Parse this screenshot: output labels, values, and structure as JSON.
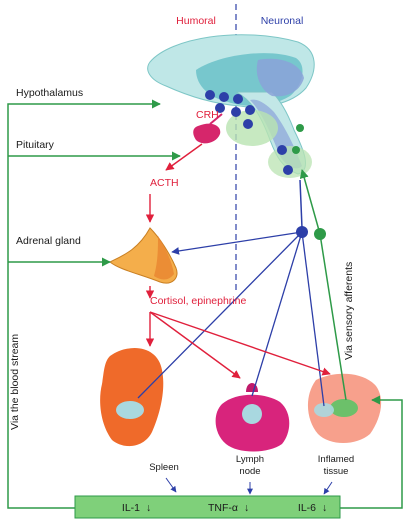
{
  "header": {
    "humoral": "Humoral",
    "neuronal": "Neuronal"
  },
  "left_labels": {
    "hypothalamus": "Hypothalamus",
    "pituitary": "Pituitary",
    "adrenal_gland": "Adrenal gland",
    "blood_stream": "Via the blood stream"
  },
  "hormones": {
    "crh": "CRH",
    "acth": "ACTH",
    "cortisol": "Cortisol, epinephrine"
  },
  "right_labels": {
    "sensory_afferents": "Via sensory afferents"
  },
  "organs": [
    {
      "line1": "Spleen",
      "line2": ""
    },
    {
      "line1": "Lymph",
      "line2": "node"
    },
    {
      "line1": "Inflamed",
      "line2": "tissue"
    }
  ],
  "cytokines": [
    {
      "name": "IL-1",
      "arrow": "↓"
    },
    {
      "name": "TNF-α",
      "arrow": "↓"
    },
    {
      "name": "IL-6",
      "arrow": "↓"
    }
  ],
  "colors": {
    "humoral_red": "#e0203c",
    "neuronal_blue": "#2d3fa8",
    "afferent_green": "#2e9a48",
    "cytokine_box": "#7fd07a"
  }
}
